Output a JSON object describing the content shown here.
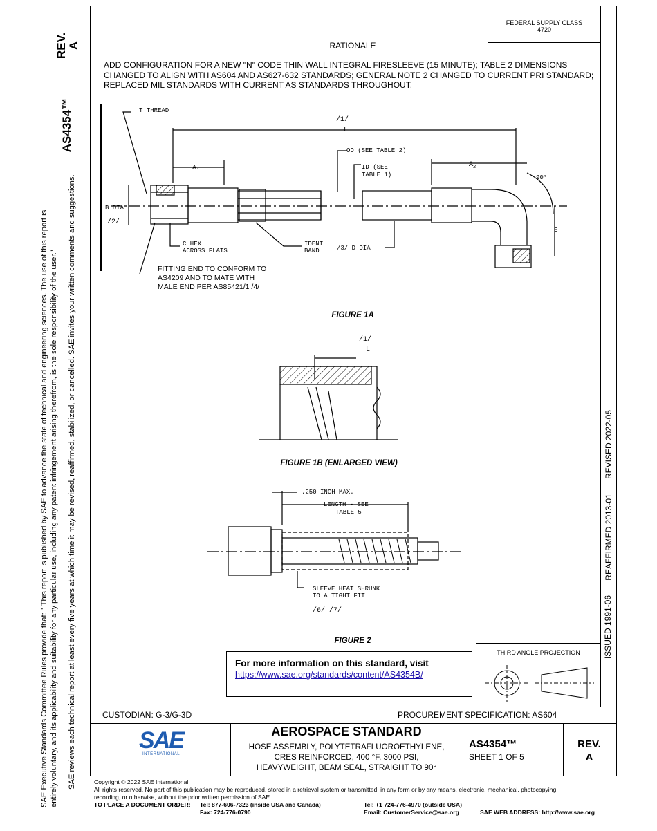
{
  "left_margin": {
    "rev": "REV.\nA",
    "doc_no": "AS4354™",
    "legal_line1": "SAE Executive Standards Committee Rules provide that: \" This report is published by SAE to advance the state of technical and engineering sciences. The use of this report is",
    "legal_line2": "entirely voluntary, and its applicability and suitability for any particular use, including any patent infringement arising therefrom, is the sole responsibility of the user.\"",
    "legal_line3": "SAE reviews each technical report at least every five years at which time it may be revised, reaffirmed, stabilized, or cancelled. SAE invites your written comments and suggestions."
  },
  "right_margin": {
    "issued": "ISSUED 1991-06",
    "reaffirmed": "REAFFIRMED 2013-01",
    "revised": "REVISED 2022-05"
  },
  "header": {
    "fsc_label": "FEDERAL SUPPLY CLASS",
    "fsc_value": "4720",
    "rationale_title": "RATIONALE",
    "rationale_text": "ADD CONFIGURATION FOR A NEW \"N\" CODE THIN WALL INTEGRAL FIRESLEEVE (15 MINUTE); TABLE 2 DIMENSIONS CHANGED TO ALIGN WITH AS604 AND AS627-632 STANDARDS; GENERAL NOTE 2 CHANGED TO CURRENT PRI STANDARD; REPLACED MIL STANDARDS WITH CURRENT AS STANDARDS THROUGHOUT."
  },
  "figure1a": {
    "caption": "FIGURE 1A",
    "t_thread": "T  THREAD",
    "note1": "/1/",
    "L": "L",
    "od": "OD  (SEE  TABLE  2)",
    "id1": "ID  (SEE",
    "id2": "TABLE  1)",
    "a1": "A",
    "a1_sub": "1",
    "a2": "A",
    "a2_sub": "2",
    "deg90": "90°",
    "bdia": "B  DIA",
    "note2": "/2/",
    "e": "E",
    "chex1": "C  HEX",
    "chex2": "ACROSS  FLATS",
    "ident1": "IDENT",
    "ident2": "BAND",
    "ddia": "/3/  D  DIA",
    "fitting_note1": "FITTING END TO CONFORM TO",
    "fitting_note2": "AS4209 AND TO MATE WITH",
    "fitting_note3": "MALE END PER AS85421/1 /4/"
  },
  "figure1b": {
    "caption": "FIGURE 1B (ENLARGED VIEW)",
    "note1": "/1/",
    "L": "L"
  },
  "figure2": {
    "caption": "FIGURE 2",
    "max": ".250  INCH  MAX.",
    "length1": "LENGTH  -  SEE",
    "length2": "TABLE  5",
    "sleeve1": "SLEEVE  HEAT  SHRUNK",
    "sleeve2": "TO  A  TIGHT  FIT",
    "notes": "/6/   /7/"
  },
  "info_box": {
    "text": "For more information on this standard, visit",
    "link": "https://www.sae.org/standards/content/AS4354B/"
  },
  "projection": {
    "label": "THIRD ANGLE PROJECTION"
  },
  "title_block": {
    "custodian": "CUSTODIAN: G-3/G-3D",
    "procurement": "PROCUREMENT SPECIFICATION: AS604",
    "logo": "SAE",
    "logo_sub": "INTERNATIONAL",
    "heading": "AEROSPACE STANDARD",
    "desc1": "HOSE ASSEMBLY, POLYTETRAFLUOROETHYLENE,",
    "desc2": "CRES REINFORCED, 400 °F, 3000 PSI,",
    "desc3": "HEAVYWEIGHT, BEAM SEAL, STRAIGHT TO 90°",
    "doc_no": "AS4354™",
    "sheet": "SHEET 1 OF 5",
    "rev_label": "REV.",
    "rev_value": "A"
  },
  "footer": {
    "copyright": "Copyright © 2022 SAE International",
    "rights1": "All rights reserved. No part of this publication may be reproduced, stored in a retrieval system or transmitted, in any form or by any means, electronic, mechanical, photocopying,",
    "rights2": "recording, or otherwise, without the prior written permission of SAE.",
    "order_label": "TO PLACE A DOCUMENT ORDER:",
    "tel1": "Tel: 877-606-7323 (inside USA and Canada)",
    "fax": "Fax: 724-776-0790",
    "tel2": "Tel: +1 724-776-4970 (outside USA)",
    "email": "Email: CustomerService@sae.org",
    "web": "SAE WEB ADDRESS: http://www.sae.org"
  }
}
